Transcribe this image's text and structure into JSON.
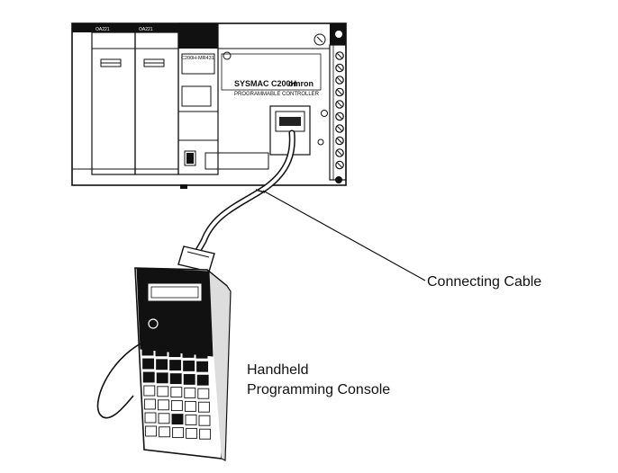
{
  "plc": {
    "brand_line": "SYSMAC C200H",
    "brand_name": "omron",
    "subtitle": "PROGRAMMABLE CONTROLLER",
    "cpu_model": "C200H-MR431",
    "io_unit_1": "OA221",
    "io_unit_2": "OA221"
  },
  "labels": {
    "cable": "Connecting Cable",
    "console_line1": "Handheld",
    "console_line2": "Programming Console"
  }
}
